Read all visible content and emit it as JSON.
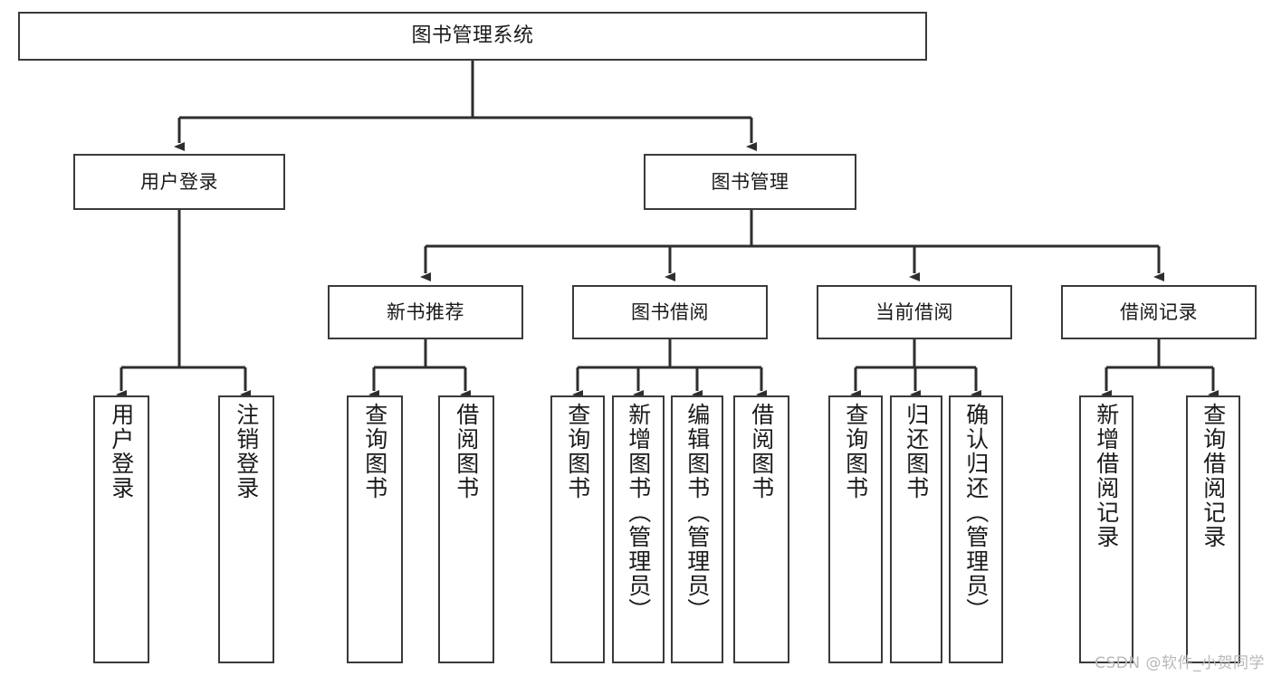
{
  "diagram": {
    "title": "图书管理系统",
    "type": "功能结构图",
    "line_color": "#3a3a3a",
    "box_fill": "#ffffff",
    "text_color": "#1a1a1a"
  },
  "nodes": {
    "root": {
      "label": "图书管理系统"
    },
    "level2": [
      {
        "label": "用户登录"
      },
      {
        "label": "图书管理"
      }
    ],
    "level3": [
      {
        "label": "新书推荐"
      },
      {
        "label": "图书借阅"
      },
      {
        "label": "当前借阅"
      },
      {
        "label": "借阅记录"
      }
    ],
    "leaves_user_login": [
      {
        "label": "用户登录"
      },
      {
        "label": "注销登录"
      }
    ],
    "leaves_new_book": [
      {
        "label": "查询图书"
      },
      {
        "label": "借阅图书"
      }
    ],
    "leaves_borrow": [
      {
        "label": "查询图书"
      },
      {
        "label": "新增图书（管理员）"
      },
      {
        "label": "编辑图书（管理员）"
      },
      {
        "label": "借阅图书"
      }
    ],
    "leaves_current": [
      {
        "label": "查询图书"
      },
      {
        "label": "归还图书"
      },
      {
        "label": "确认归还（管理员）"
      }
    ],
    "leaves_record": [
      {
        "label": "新增借阅记录"
      },
      {
        "label": "查询借阅记录"
      }
    ]
  },
  "watermark": {
    "text": "CSDN @软件_小贺同学"
  }
}
